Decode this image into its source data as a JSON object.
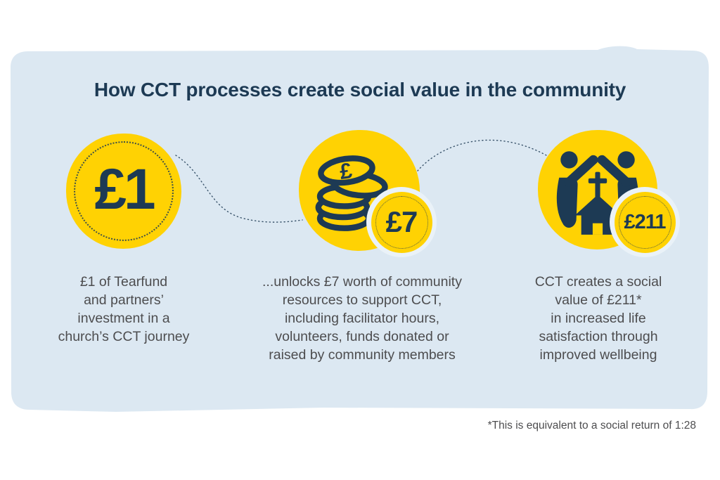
{
  "title": "How CCT processes create social value in the community",
  "steps": [
    {
      "name": "investment",
      "circle_text": "£1",
      "description": "£1 of Tearfund\nand partners’\ninvestment in a\nchurch’s CCT journey"
    },
    {
      "name": "community-resources",
      "icon": "coins-icon",
      "coin_symbol": "£",
      "badge": "£7",
      "description": "...unlocks £7 worth of community\nresources to support CCT,\nincluding facilitator hours,\nvolunteers, funds donated or\nraised by community members"
    },
    {
      "name": "social-value",
      "icon": "community-church-icon",
      "badge": "£211",
      "description": "CCT creates a social\nvalue of £211*\nin increased life\nsatisfaction through\nimproved wellbeing"
    }
  ],
  "footnote": "*This is equivalent to a social return of 1:28",
  "colors": {
    "yellow": "#FFD203",
    "navy": "#1D3A54",
    "panel_blue": "#DCE8F2",
    "body_text": "#4D4D4F",
    "badge_ring": "#EAF2F8",
    "page_background": "#FFFFFF"
  }
}
